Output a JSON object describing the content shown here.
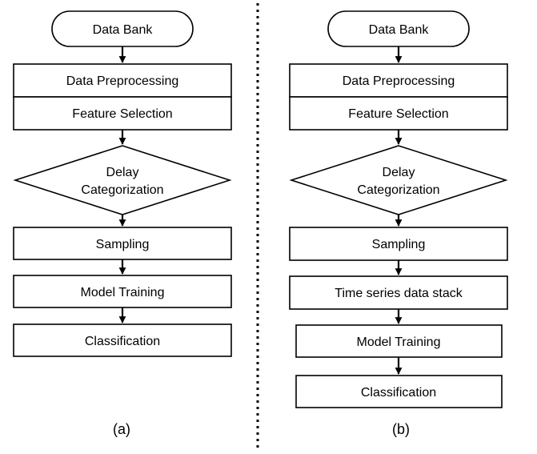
{
  "left": {
    "caption": "(a)",
    "start": "Data Bank",
    "preprocessing": "Data Preprocessing",
    "feature_selection": "Feature Selection",
    "decision": [
      "Delay",
      "Categorization"
    ],
    "sampling": "Sampling",
    "training": "Model Training",
    "classification": "Classification"
  },
  "right": {
    "caption": "(b)",
    "start": "Data Bank",
    "preprocessing": "Data Preprocessing",
    "feature_selection": "Feature Selection",
    "decision": [
      "Delay",
      "Categorization"
    ],
    "sampling": "Sampling",
    "stack": "Time series data stack",
    "training": "Model Training",
    "classification": "Classification"
  }
}
